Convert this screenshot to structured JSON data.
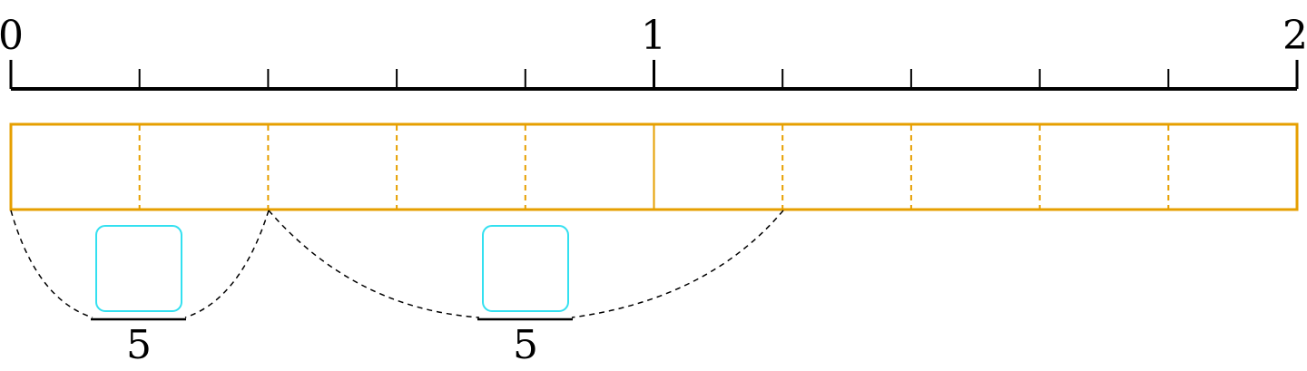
{
  "number_line": {
    "min": 0,
    "max": 2,
    "subdivisions_per_unit": 5,
    "labels": [
      "0",
      "1",
      "2"
    ]
  },
  "fraction_bar": {
    "parts": 10,
    "solid_divider_after_part": 5
  },
  "fractions": [
    {
      "span_from_part": 0,
      "span_to_part": 2,
      "numerator": "",
      "denominator": "5"
    },
    {
      "span_from_part": 2,
      "span_to_part": 6,
      "numerator": "",
      "denominator": "5"
    }
  ],
  "colors": {
    "axis": "#000000",
    "bar": "#E69F00",
    "answer_box": "#33E0F0",
    "arc": "#000000"
  }
}
